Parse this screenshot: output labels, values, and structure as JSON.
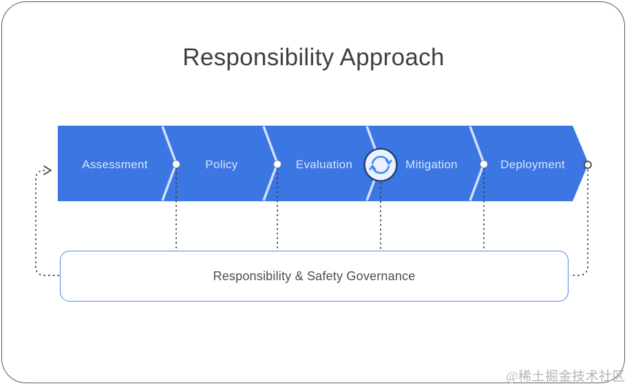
{
  "title": "Responsibility Approach",
  "banner": {
    "stages": [
      {
        "label": "Assessment"
      },
      {
        "label": "Policy"
      },
      {
        "label": "Evaluation"
      },
      {
        "label": "Mitigation"
      },
      {
        "label": "Deployment"
      }
    ],
    "icon_between_evaluation_and_mitigation": "sync-cycle-icon"
  },
  "governance": {
    "label": "Responsibility & Safety Governance"
  },
  "watermark": "@稀土掘金技术社区",
  "colors": {
    "banner_blue": "#3b76e3",
    "banner_text": "#d8e5fb",
    "chevron_line": "#cfe0fb",
    "governance_border": "#4d86e6",
    "dashed_line": "#3a3a3a",
    "title_text": "#3d4043",
    "icon_arrow_blue": "#4285f4",
    "icon_ring_navy": "#25457c",
    "watermark_gray": "#b4b4b4"
  }
}
